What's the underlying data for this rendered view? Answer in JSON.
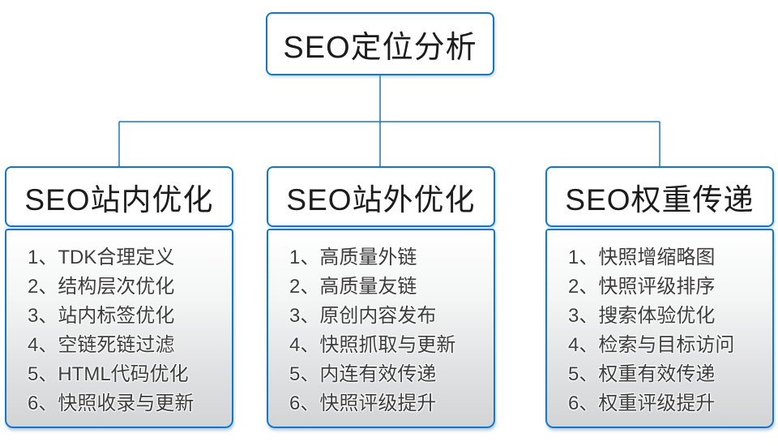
{
  "diagram": {
    "root": {
      "label": "SEO定位分析"
    },
    "branches": [
      {
        "title": "SEO站内优化",
        "items": [
          "1、TDK合理定义",
          "2、结构层次优化",
          "3、站内标签优化",
          "4、空链死链过滤",
          "5、HTML代码优化",
          "6、快照收录与更新"
        ]
      },
      {
        "title": "SEO站外优化",
        "items": [
          "1、高质量外链",
          "2、高质量友链",
          "3、原创内容发布",
          "4、快照抓取与更新",
          "5、内连有效传递",
          "6、快照评级提升"
        ]
      },
      {
        "title": "SEO权重传递",
        "items": [
          "1、快照增缩略图",
          "2、快照评级排序",
          "3、搜索体验优化",
          "4、检索与目标访问",
          "5、权重有效传递",
          "6、权重评级提升"
        ]
      }
    ],
    "colors": {
      "accent_blue": "#1776c8",
      "header_text": "#1c1c1c",
      "list_text": "#3d3d3d",
      "list_gradient_top": "#ffffff",
      "list_gradient_bottom": "#d3d4d5"
    }
  }
}
